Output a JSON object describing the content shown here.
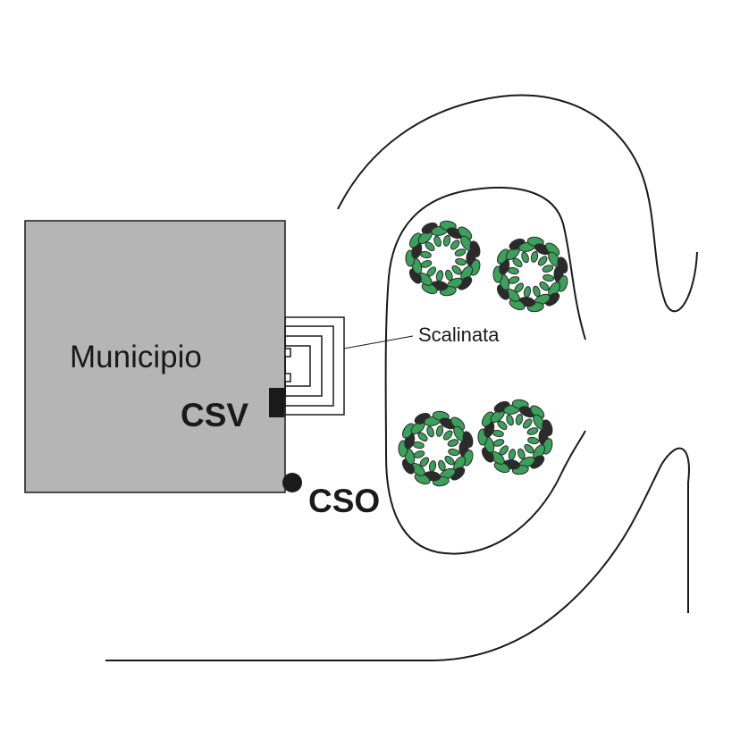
{
  "map": {
    "building_label": "Municipio",
    "stairs_label": "Scalinata",
    "csv_label": "CSV",
    "cso_label": "CSO",
    "trees": [
      {
        "name": "tree-north-west",
        "icon": "tree-icon"
      },
      {
        "name": "tree-north-east",
        "icon": "tree-icon"
      },
      {
        "name": "tree-south-west",
        "icon": "tree-icon"
      },
      {
        "name": "tree-south-east",
        "icon": "tree-icon"
      }
    ],
    "colors": {
      "building_fill": "#b5b5b5",
      "outline": "#1a1a1a",
      "foliage_dark": "#2b2b2b",
      "foliage_green": "#3aa05a"
    }
  }
}
